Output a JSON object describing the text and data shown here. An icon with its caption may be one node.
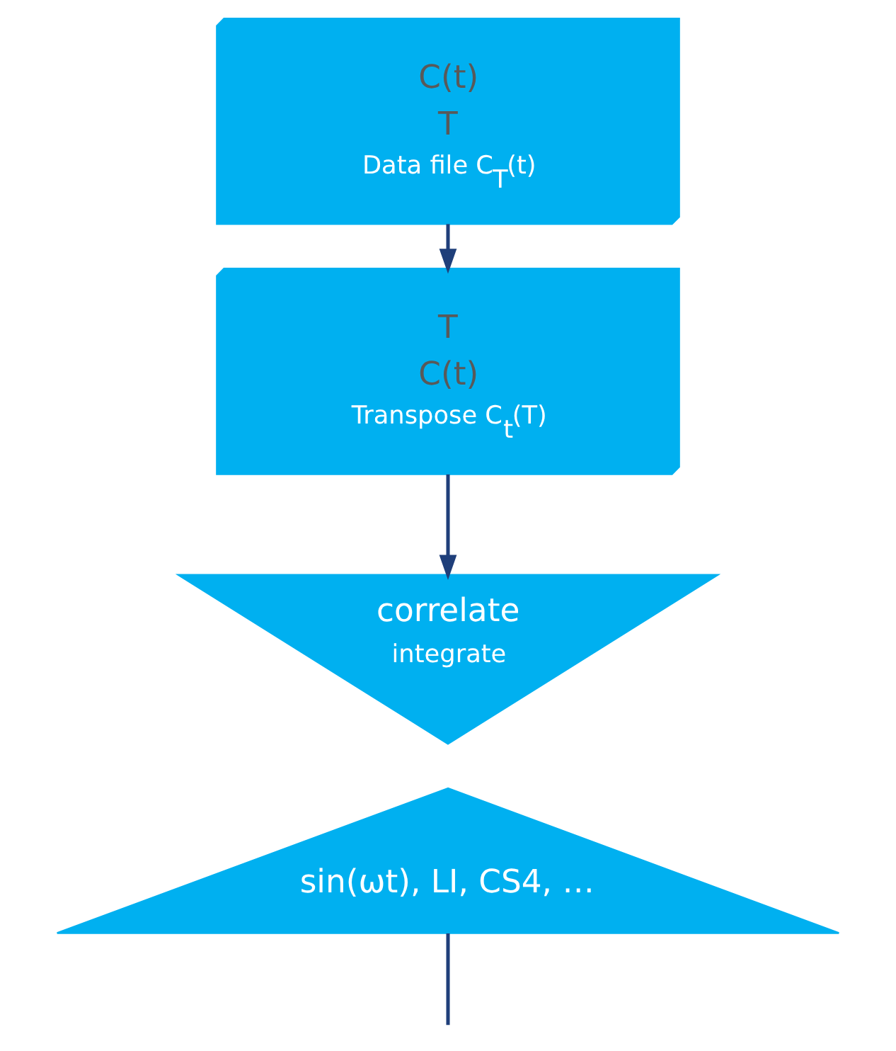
{
  "diagram": {
    "nodes": [
      {
        "text": [
          "C(t)",
          "T",
          "Data file C$_{T}$(t)"
        ]
      },
      {
        "text": [
          "T",
          "C(t)",
          "Transpose C$_{t}$(T)"
        ]
      },
      {
        "text": [
          "correlate",
          "integrate"
        ]
      },
      {
        "text": [
          "sin(ωt), LI, CS4, …"
        ]
      }
    ],
    "edges": [
      {
        "from": 0,
        "to": 1,
        "arrow": "to"
      },
      {
        "from": 1,
        "to": 2,
        "arrow": "to"
      },
      {
        "from": 3,
        "to": null,
        "arrow": "none"
      }
    ]
  }
}
